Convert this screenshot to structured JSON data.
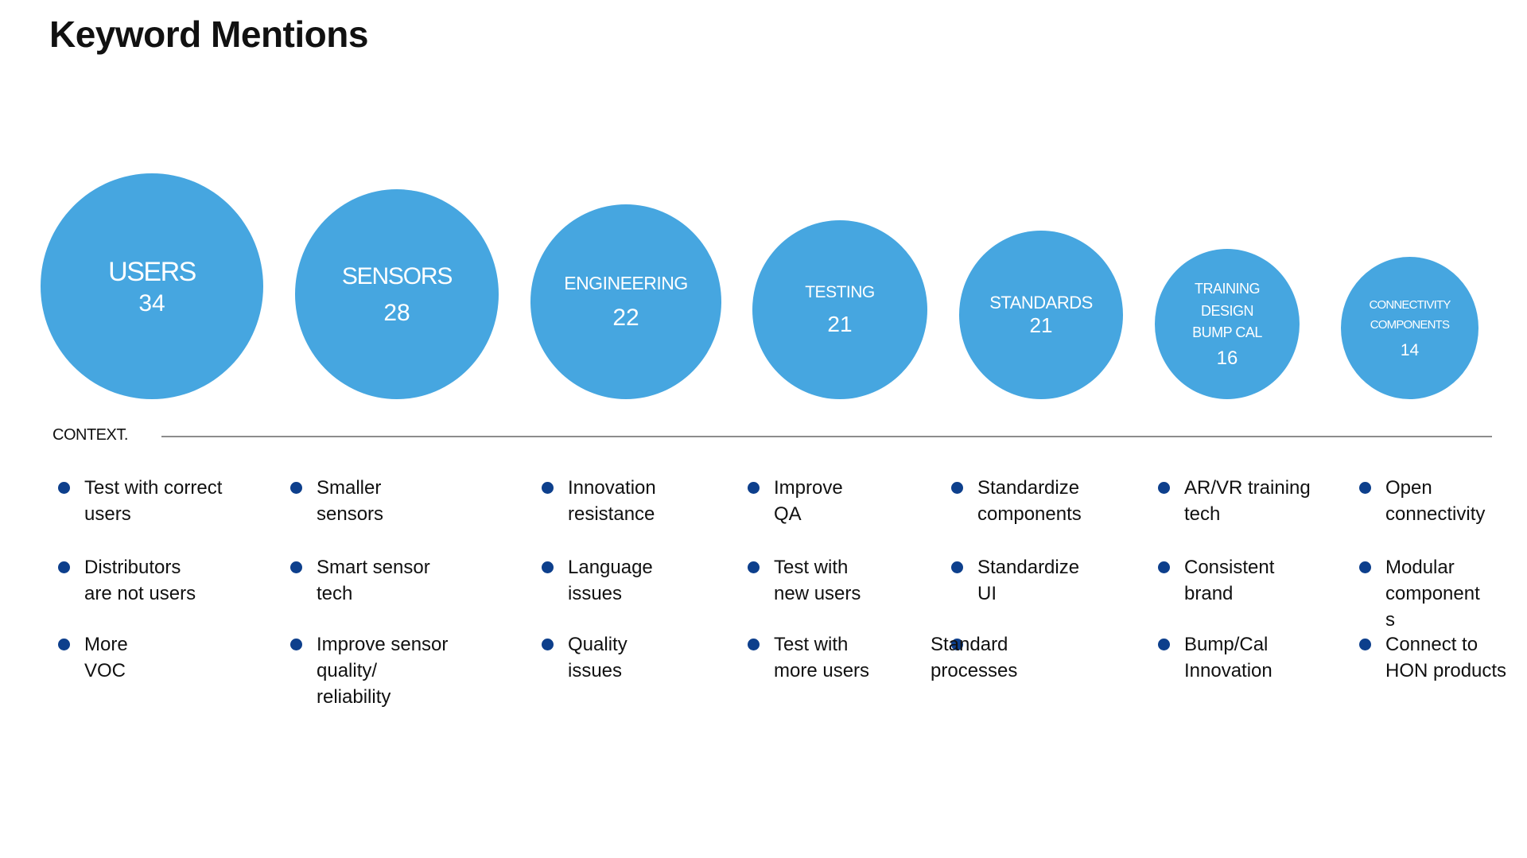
{
  "title": "Keyword Mentions",
  "colors": {
    "bubble": "#46a6e0",
    "bullet": "#0d3f8c",
    "rule": "#8c8c8c"
  },
  "keywords": [
    {
      "label_lines": [
        "USERS"
      ],
      "count": "34"
    },
    {
      "label_lines": [
        "SENSORS"
      ],
      "count": "28"
    },
    {
      "label_lines": [
        "ENGINEERING"
      ],
      "count": "22"
    },
    {
      "label_lines": [
        "TESTING"
      ],
      "count": "21"
    },
    {
      "label_lines": [
        "STANDARDS"
      ],
      "count": "21"
    },
    {
      "label_lines": [
        "TRAINING",
        "DESIGN",
        "BUMP CAL"
      ],
      "count": "16"
    },
    {
      "label_lines": [
        "CONNECTIVITY",
        "COMPONENTS"
      ],
      "count": "14"
    }
  ],
  "context_label": "CONTEXT.",
  "context": [
    [
      "Test with correct\nusers",
      "Distributors\nare not users",
      "More\nVOC"
    ],
    [
      "Smaller\nsensors",
      "Smart sensor\ntech",
      "Improve sensor\nquality/\nreliability"
    ],
    [
      "Innovation\nresistance",
      "Language\n issues",
      "Quality\nissues"
    ],
    [
      "Improve\n QA",
      "Test with\nnew users",
      "Test with\nmore users"
    ],
    [
      "Standardize\ncomponents",
      "Standardize\nUI",
      "Standard\nprocesses"
    ],
    [
      "AR/VR training\ntech",
      "Consistent\nbrand",
      "Bump/Cal\nInnovation"
    ],
    [
      "Open\nconnectivity",
      "Modular\ncomponent\ns",
      "Connect to\n HON products"
    ]
  ]
}
